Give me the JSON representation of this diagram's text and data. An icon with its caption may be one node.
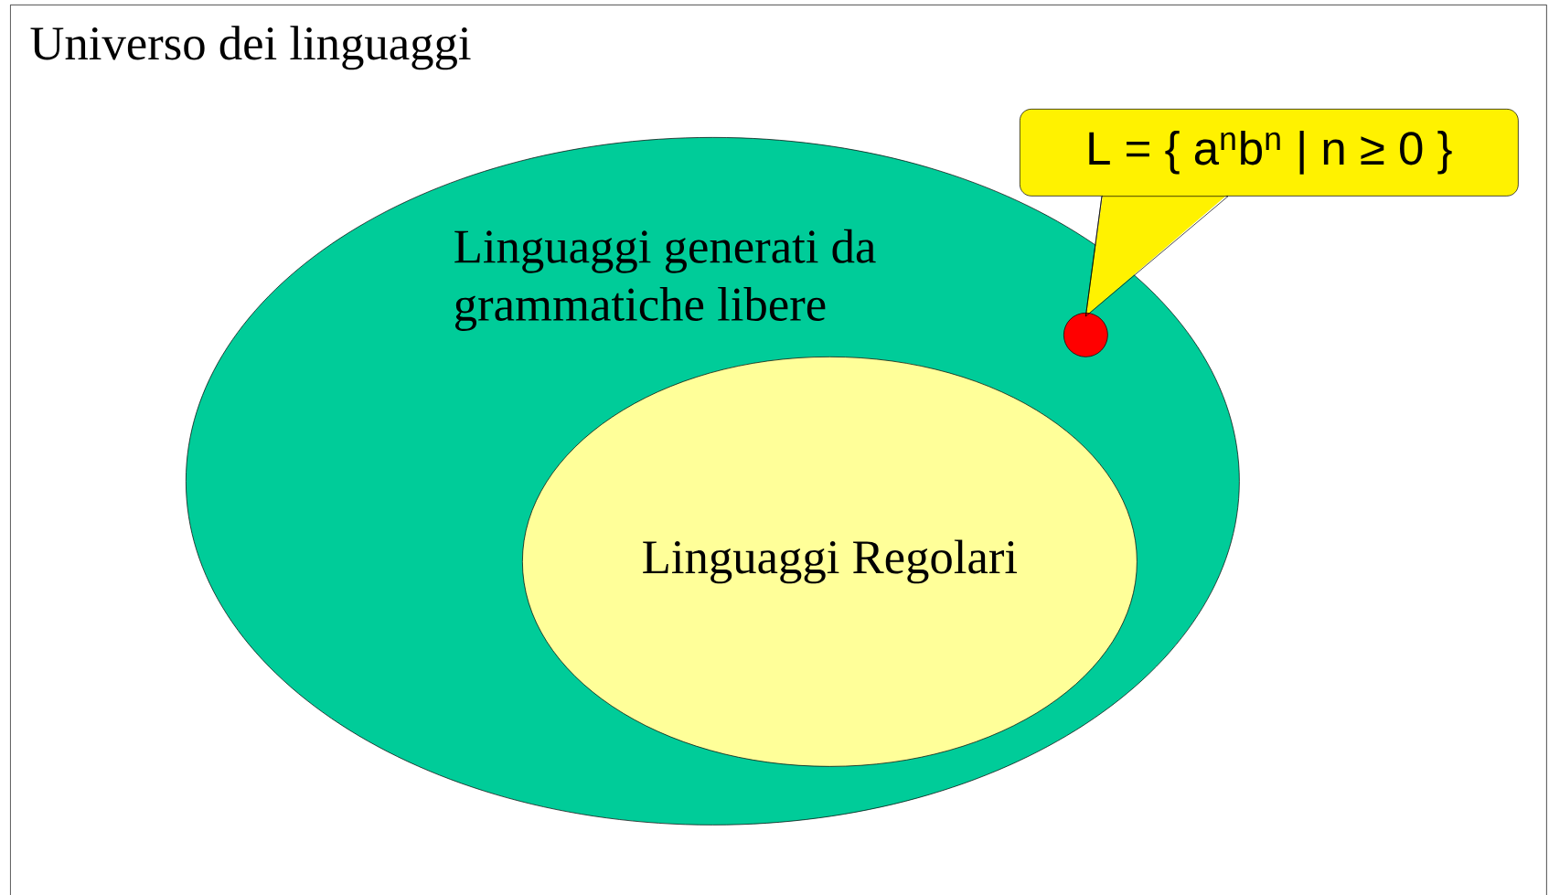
{
  "diagram": {
    "nodes": [
      {
        "text": [
          "Universo dei linguaggi"
        ]
      },
      {
        "text": [
          "Linguaggi generati da grammatiche libere"
        ],
        "in": 0
      },
      {
        "text": [
          "Linguaggi Regolari"
        ],
        "in": 1
      },
      {
        "text": [
          "L = { a$^{n}$b$^{n}$ | n ≥ 0 }"
        ],
        "in": 0
      },
      {
        "text": [],
        "shape": "circle",
        "in": 1
      }
    ],
    "edges": [
      {
        "from": 3,
        "to": 4,
        "arrow": "none"
      }
    ]
  }
}
